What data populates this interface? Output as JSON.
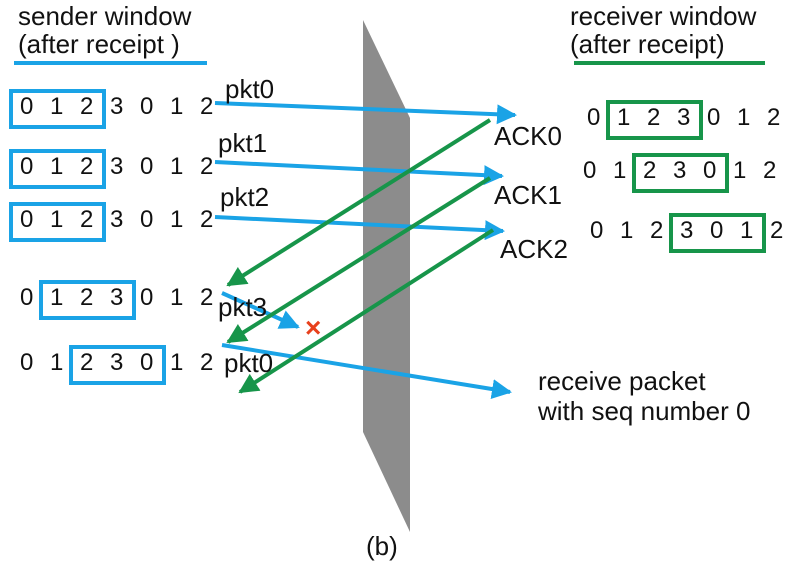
{
  "colors": {
    "data": "#1aa3e6",
    "ack": "#17954a",
    "loss": "#e8401c",
    "channel": "#8c8c8c"
  },
  "sender": {
    "title_line1": "sender window",
    "title_line2": "(after receipt )",
    "rows": [
      {
        "seq": [
          "0",
          "1",
          "2",
          "3",
          "0",
          "1",
          "2"
        ],
        "window_start": 0
      },
      {
        "seq": [
          "0",
          "1",
          "2",
          "3",
          "0",
          "1",
          "2"
        ],
        "window_start": 0
      },
      {
        "seq": [
          "0",
          "1",
          "2",
          "3",
          "0",
          "1",
          "2"
        ],
        "window_start": 0
      },
      {
        "seq": [
          "0",
          "1",
          "2",
          "3",
          "0",
          "1",
          "2"
        ],
        "window_start": 1
      },
      {
        "seq": [
          "0",
          "1",
          "2",
          "3",
          "0",
          "1",
          "2"
        ],
        "window_start": 2
      }
    ]
  },
  "receiver": {
    "title_line1": "receiver window",
    "title_line2": "(after receipt)",
    "rows": [
      {
        "seq": [
          "0",
          "1",
          "2",
          "3",
          "0",
          "1",
          "2"
        ],
        "window_start": 1
      },
      {
        "seq": [
          "0",
          "1",
          "2",
          "3",
          "0",
          "1",
          "2"
        ],
        "window_start": 2
      },
      {
        "seq": [
          "0",
          "1",
          "2",
          "3",
          "0",
          "1",
          "2"
        ],
        "window_start": 3
      }
    ]
  },
  "packets": [
    "pkt0",
    "pkt1",
    "pkt2",
    "pkt3",
    "pkt0"
  ],
  "acks": [
    "ACK0",
    "ACK1",
    "ACK2"
  ],
  "note_line1": "receive packet",
  "note_line2": "with seq number 0",
  "loss_mark": "×",
  "caption": "(b)"
}
